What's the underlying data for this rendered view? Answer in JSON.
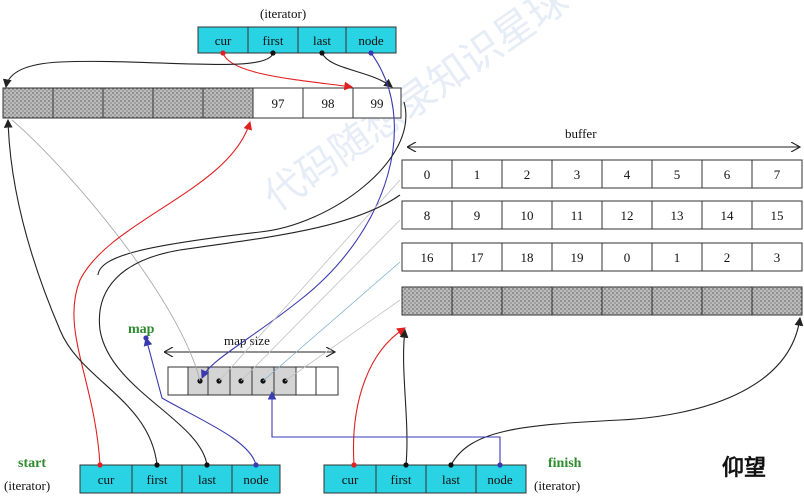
{
  "top_node": {
    "caption": "(iterator)",
    "fields": [
      "cur",
      "first",
      "last",
      "node"
    ]
  },
  "top_buffer": {
    "values": [
      "97",
      "98",
      "99"
    ]
  },
  "buffer": {
    "label": "buffer",
    "rows": [
      [
        "0",
        "1",
        "2",
        "3",
        "4",
        "5",
        "6",
        "7"
      ],
      [
        "8",
        "9",
        "10",
        "11",
        "12",
        "13",
        "14",
        "15"
      ],
      [
        "16",
        "17",
        "18",
        "19",
        "0",
        "1",
        "2",
        "3"
      ]
    ]
  },
  "map": {
    "label": "map",
    "size_label": "map size"
  },
  "start": {
    "title": "start",
    "caption": "(iterator)",
    "fields": [
      "cur",
      "first",
      "last",
      "node"
    ]
  },
  "finish": {
    "title": "finish",
    "caption": "(iterator)",
    "fields": [
      "cur",
      "first",
      "last",
      "node"
    ]
  },
  "watermark": "代码随想录知识星球",
  "signature": "仰望",
  "colors": {
    "node_fill": "#29d3e3",
    "hatch": "#a8a8a8",
    "red": "#e02020",
    "blue": "#3a3ab0",
    "green": "#2e8b2e"
  }
}
